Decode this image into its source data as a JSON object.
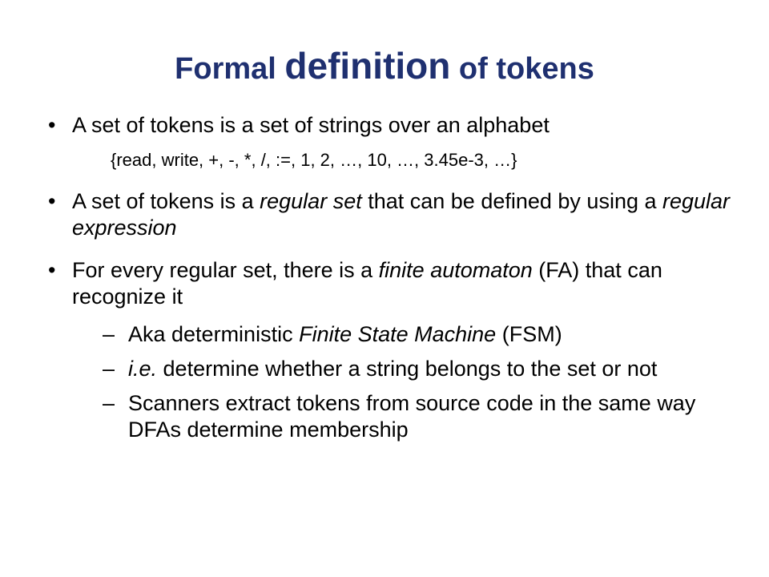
{
  "slide": {
    "title": {
      "part1": "Formal ",
      "part2": "definition",
      "part3": " of tokens"
    },
    "bullet_marker": "•",
    "dash_marker": "–",
    "bullets": [
      {
        "text": "A set of tokens is a set of strings over an alphabet",
        "example": "{read, write, +, -, *, /, :=, 1, 2, …, 10, …, 3.45e-3, …}"
      },
      {
        "t1": "A set of tokens is a ",
        "e1": "regular set",
        "t2": " that can be defined by using a ",
        "e2": "regular expression"
      },
      {
        "t1": "For every regular set, there is a  ",
        "e1": "finite automaton",
        "t2": " (FA) that can recognize it",
        "sub": [
          {
            "t1": "Aka deterministic ",
            "e1": "Finite State Machine",
            "t2": " (FSM)"
          },
          {
            "e1": "i.e.",
            "t2": " determine whether a string belongs to the set or not"
          },
          {
            "t1": "Scanners extract tokens from source code in the same way DFAs determine membership"
          }
        ]
      }
    ],
    "colors": {
      "title": "#1f3070",
      "text": "#000000",
      "background": "#ffffff"
    }
  }
}
